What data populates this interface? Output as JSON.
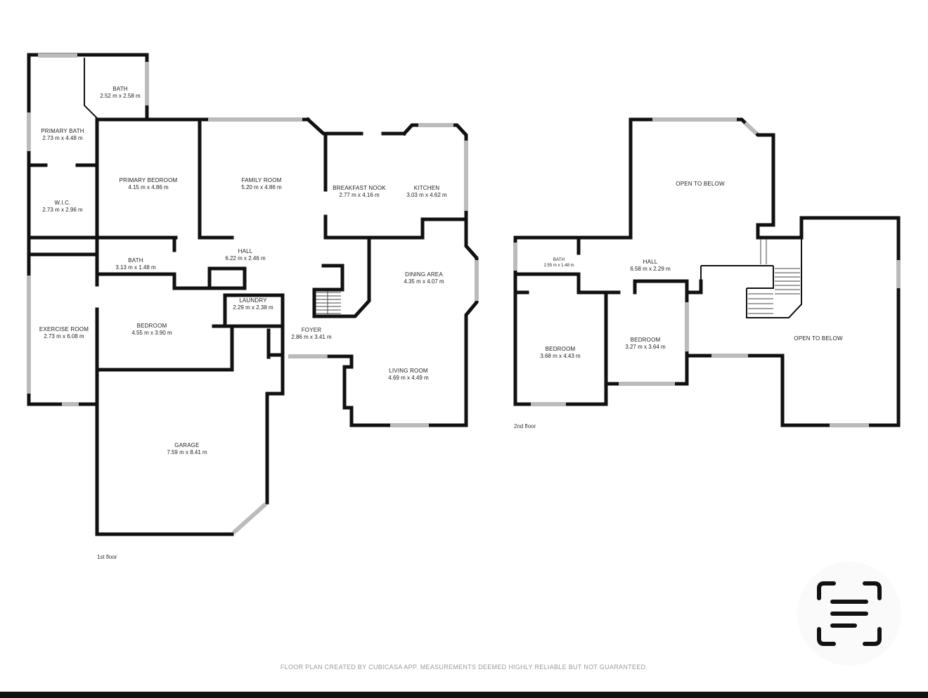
{
  "first_floor": {
    "label": "1st floor",
    "rooms": {
      "bath_upper": {
        "name": "BATH",
        "dims": "2.52 m x 2.58 m"
      },
      "primary_bath": {
        "name": "PRIMARY BATH",
        "dims": "2.73 m x 4.48 m"
      },
      "wic": {
        "name": "W.I.C.",
        "dims": "2.73 m x 2.96 m"
      },
      "primary_bedroom": {
        "name": "PRIMARY BEDROOM",
        "dims": "4.15 m x 4.86 m"
      },
      "family_room": {
        "name": "FAMILY ROOM",
        "dims": "5.20 m x 4.86 m"
      },
      "breakfast_nook": {
        "name": "BREAKFAST NOOK",
        "dims": "2.77 m x 4.16 m"
      },
      "kitchen": {
        "name": "KITCHEN",
        "dims": "3.03 m x 4.62 m"
      },
      "bath_lower": {
        "name": "BATH",
        "dims": "3.13 m x 1.48 m"
      },
      "hall": {
        "name": "HALL",
        "dims": "6.22 m x 2.46 m"
      },
      "dining_area": {
        "name": "DINING AREA",
        "dims": "4.35 m x 4.07 m"
      },
      "laundry": {
        "name": "LAUNDRY",
        "dims": "2.29 m x 2.38 m"
      },
      "exercise_room": {
        "name": "EXERCISE ROOM",
        "dims": "2.73 m x 6.08 m"
      },
      "bedroom": {
        "name": "BEDROOM",
        "dims": "4.55 m x 3.90 m"
      },
      "foyer": {
        "name": "FOYER",
        "dims": "2.86 m x 3.41 m"
      },
      "living_room": {
        "name": "LIVING ROOM",
        "dims": "4.69 m x 4.49 m"
      },
      "garage": {
        "name": "GARAGE",
        "dims": "7.59 m x 8.41 m"
      }
    }
  },
  "second_floor": {
    "label": "2nd floor",
    "rooms": {
      "open_to_below_top": {
        "name": "OPEN TO BELOW"
      },
      "bath": {
        "name": "BATH",
        "dims": "2.55 m x 1.48 m"
      },
      "hall": {
        "name": "HALL",
        "dims": "6.58 m x 2.29 m"
      },
      "bedroom_left": {
        "name": "BEDROOM",
        "dims": "3.68 m x 4.43 m"
      },
      "bedroom_right": {
        "name": "BEDROOM",
        "dims": "3.27 m x 3.64 m"
      },
      "open_to_below_right": {
        "name": "OPEN TO BELOW"
      }
    }
  },
  "footer": "FLOOR PLAN CREATED BY CUBICASA APP. MEASUREMENTS DEEMED HIGHLY RELIABLE BUT NOT GUARANTEED.",
  "badge_icon": "scan-text-icon",
  "colors": {
    "wall": "#111111",
    "window": "#bbbbbb",
    "footer_text": "#9a9a9a"
  }
}
